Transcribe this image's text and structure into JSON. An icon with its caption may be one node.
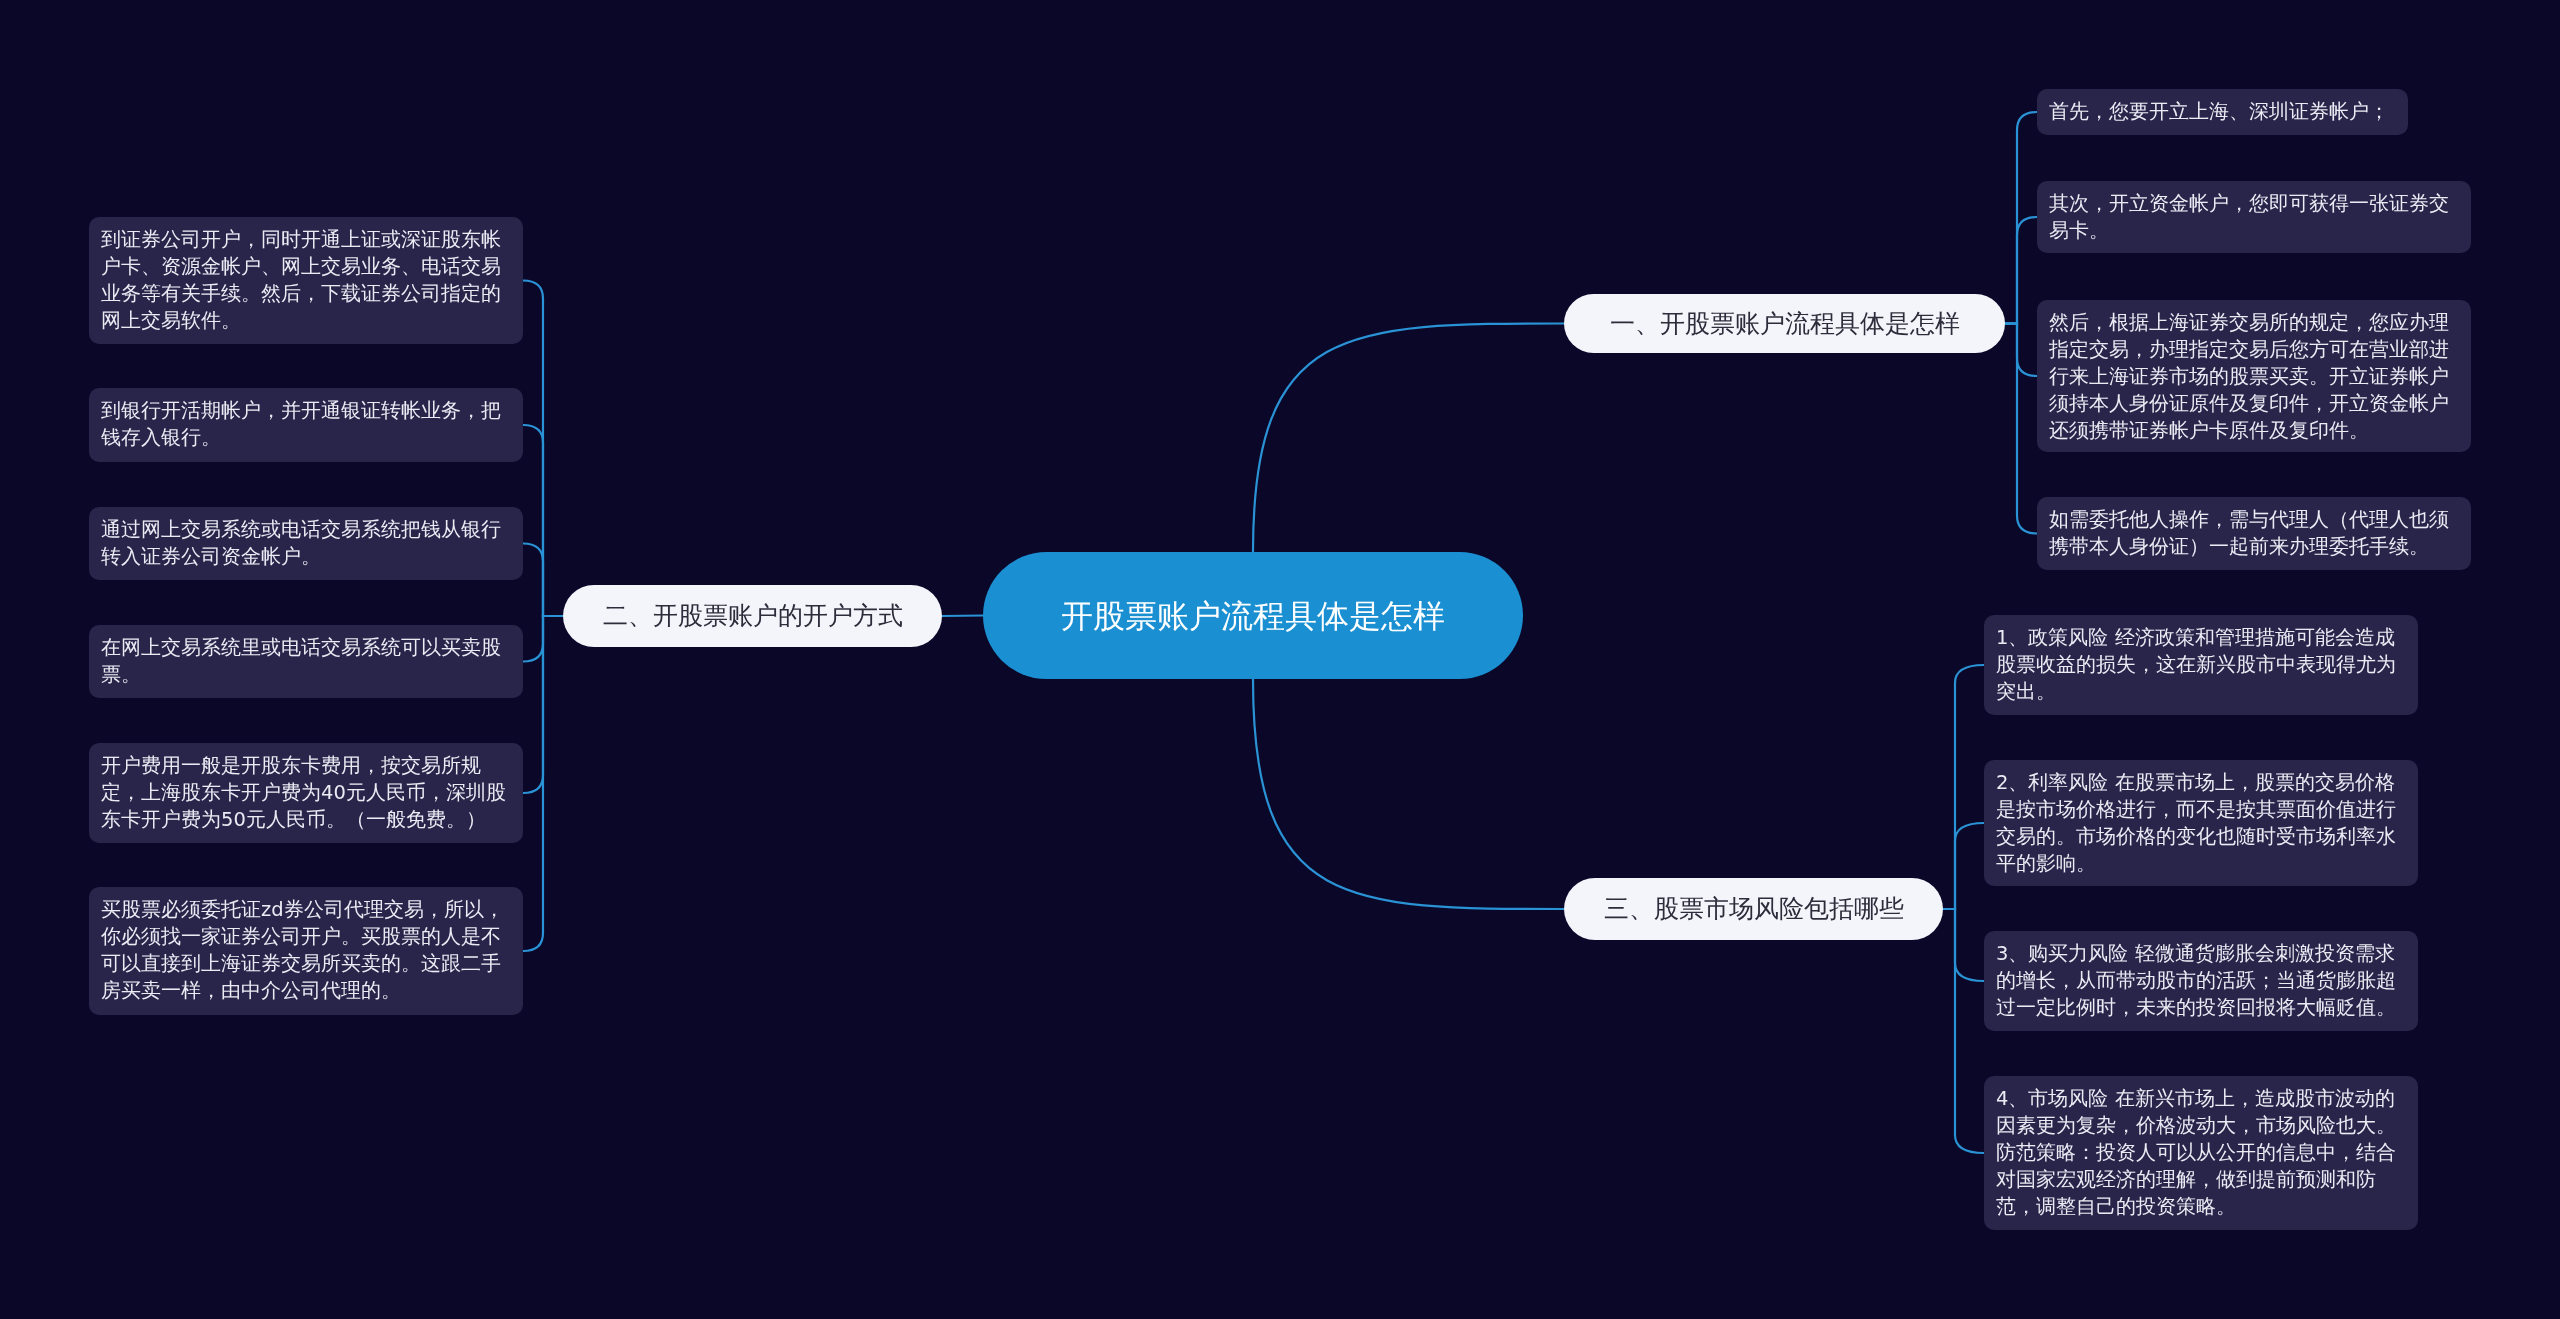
{
  "diagram": {
    "nodes": [
      {
        "text": [
          "开股票账户流程具体是怎样"
        ]
      },
      {
        "text": [
          "一、开股票账户流程具体是怎样"
        ]
      },
      {
        "text": [
          "首先，您要开立上海、深圳证券帐户；"
        ]
      },
      {
        "text": [
          "其次，开立资金帐户，您即可获得一张证券交易卡。"
        ]
      },
      {
        "text": [
          "然后，根据上海证券交易所的规定，您应办理指定交易，办理指定交易后您方可在营业部进行来上海证券市场的股票买卖。开立证券帐户须持本人身份证原件及复印件，开立资金帐户还须携带证券帐户卡原件及复印件。"
        ]
      },
      {
        "text": [
          "如需委托他人操作，需与代理人（代理人也须携带本人身份证）一起前来办理委托手续。"
        ]
      },
      {
        "text": [
          "二、开股票账户的开户方式"
        ]
      },
      {
        "text": [
          "到证券公司开户，同时开通上证或深证股东帐户卡、资源金帐户、网上交易业务、电话交易业务等有关手续。然后，下载证券公司指定的网上交易软件。"
        ]
      },
      {
        "text": [
          "到银行开活期帐户，并开通银证转帐业务，把钱存入银行。"
        ]
      },
      {
        "text": [
          "通过网上交易系统或电话交易系统把钱从银行转入证券公司资金帐户。"
        ]
      },
      {
        "text": [
          "在网上交易系统里或电话交易系统可以买卖股票。"
        ]
      },
      {
        "text": [
          "开户费用一般是开股东卡费用，按交易所规定，上海股东卡开户费为40元人民币，深圳股东卡开户费为50元人民币。（一般免费。）"
        ]
      },
      {
        "text": [
          "买股票必须委托证zd券公司代理交易，所以，你必须找一家证券公司开户。买股票的人是不可以直接到上海证券交易所买卖的。这跟二手房买卖一样，由中介公司代理的。"
        ]
      },
      {
        "text": [
          "三、股票市场风险包括哪些"
        ]
      },
      {
        "text": [
          "1、政策风险 经济政策和管理措施可能会造成股票收益的损失，这在新兴股市中表现得尤为突出。"
        ]
      },
      {
        "text": [
          "2、利率风险 在股票市场上，股票的交易价格是按市场价格进行，而不是按其票面价值进行交易的。市场价格的变化也随时受市场利率水平的影响。"
        ]
      },
      {
        "text": [
          "3、购买力风险 轻微通货膨胀会刺激投资需求的增长，从而带动股市的活跃；当通货膨胀超过一定比例时，未来的投资回报将大幅贬值。"
        ]
      },
      {
        "text": [
          "4、市场风险 在新兴市场上，造成股市波动的因素更为复杂，价格波动大，市场风险也大。防范策略：投资人可以从公开的信息中，结合对国家宏观经济的理解，做到提前预测和防范，调整自己的投资策略。"
        ]
      }
    ],
    "edges": [
      {
        "from": 0,
        "to": 1,
        "arrow": "none"
      },
      {
        "from": 1,
        "to": 2,
        "arrow": "none"
      },
      {
        "from": 1,
        "to": 3,
        "arrow": "none"
      },
      {
        "from": 1,
        "to": 4,
        "arrow": "none"
      },
      {
        "from": 1,
        "to": 5,
        "arrow": "none"
      },
      {
        "from": 0,
        "to": 6,
        "arrow": "none"
      },
      {
        "from": 6,
        "to": 7,
        "arrow": "none"
      },
      {
        "from": 6,
        "to": 8,
        "arrow": "none"
      },
      {
        "from": 6,
        "to": 9,
        "arrow": "none"
      },
      {
        "from": 6,
        "to": 10,
        "arrow": "none"
      },
      {
        "from": 6,
        "to": 11,
        "arrow": "none"
      },
      {
        "from": 6,
        "to": 12,
        "arrow": "none"
      },
      {
        "from": 0,
        "to": 13,
        "arrow": "none"
      },
      {
        "from": 13,
        "to": 14,
        "arrow": "none"
      },
      {
        "from": 13,
        "to": 15,
        "arrow": "none"
      },
      {
        "from": 13,
        "to": 16,
        "arrow": "none"
      },
      {
        "from": 13,
        "to": 17,
        "arrow": "none"
      }
    ]
  }
}
